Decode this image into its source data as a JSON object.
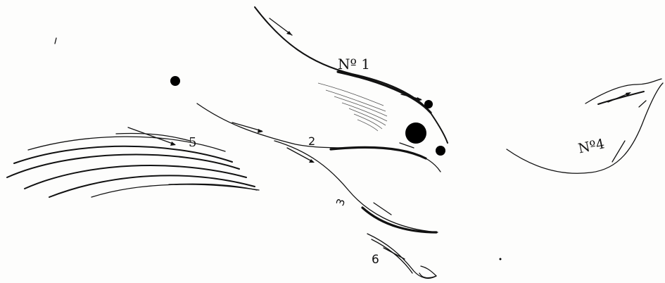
{
  "figure": {
    "labels": {
      "no1": "Nº 1",
      "two": "2",
      "three": "3",
      "no4": "Nº4",
      "five": "5",
      "six": "6"
    }
  }
}
